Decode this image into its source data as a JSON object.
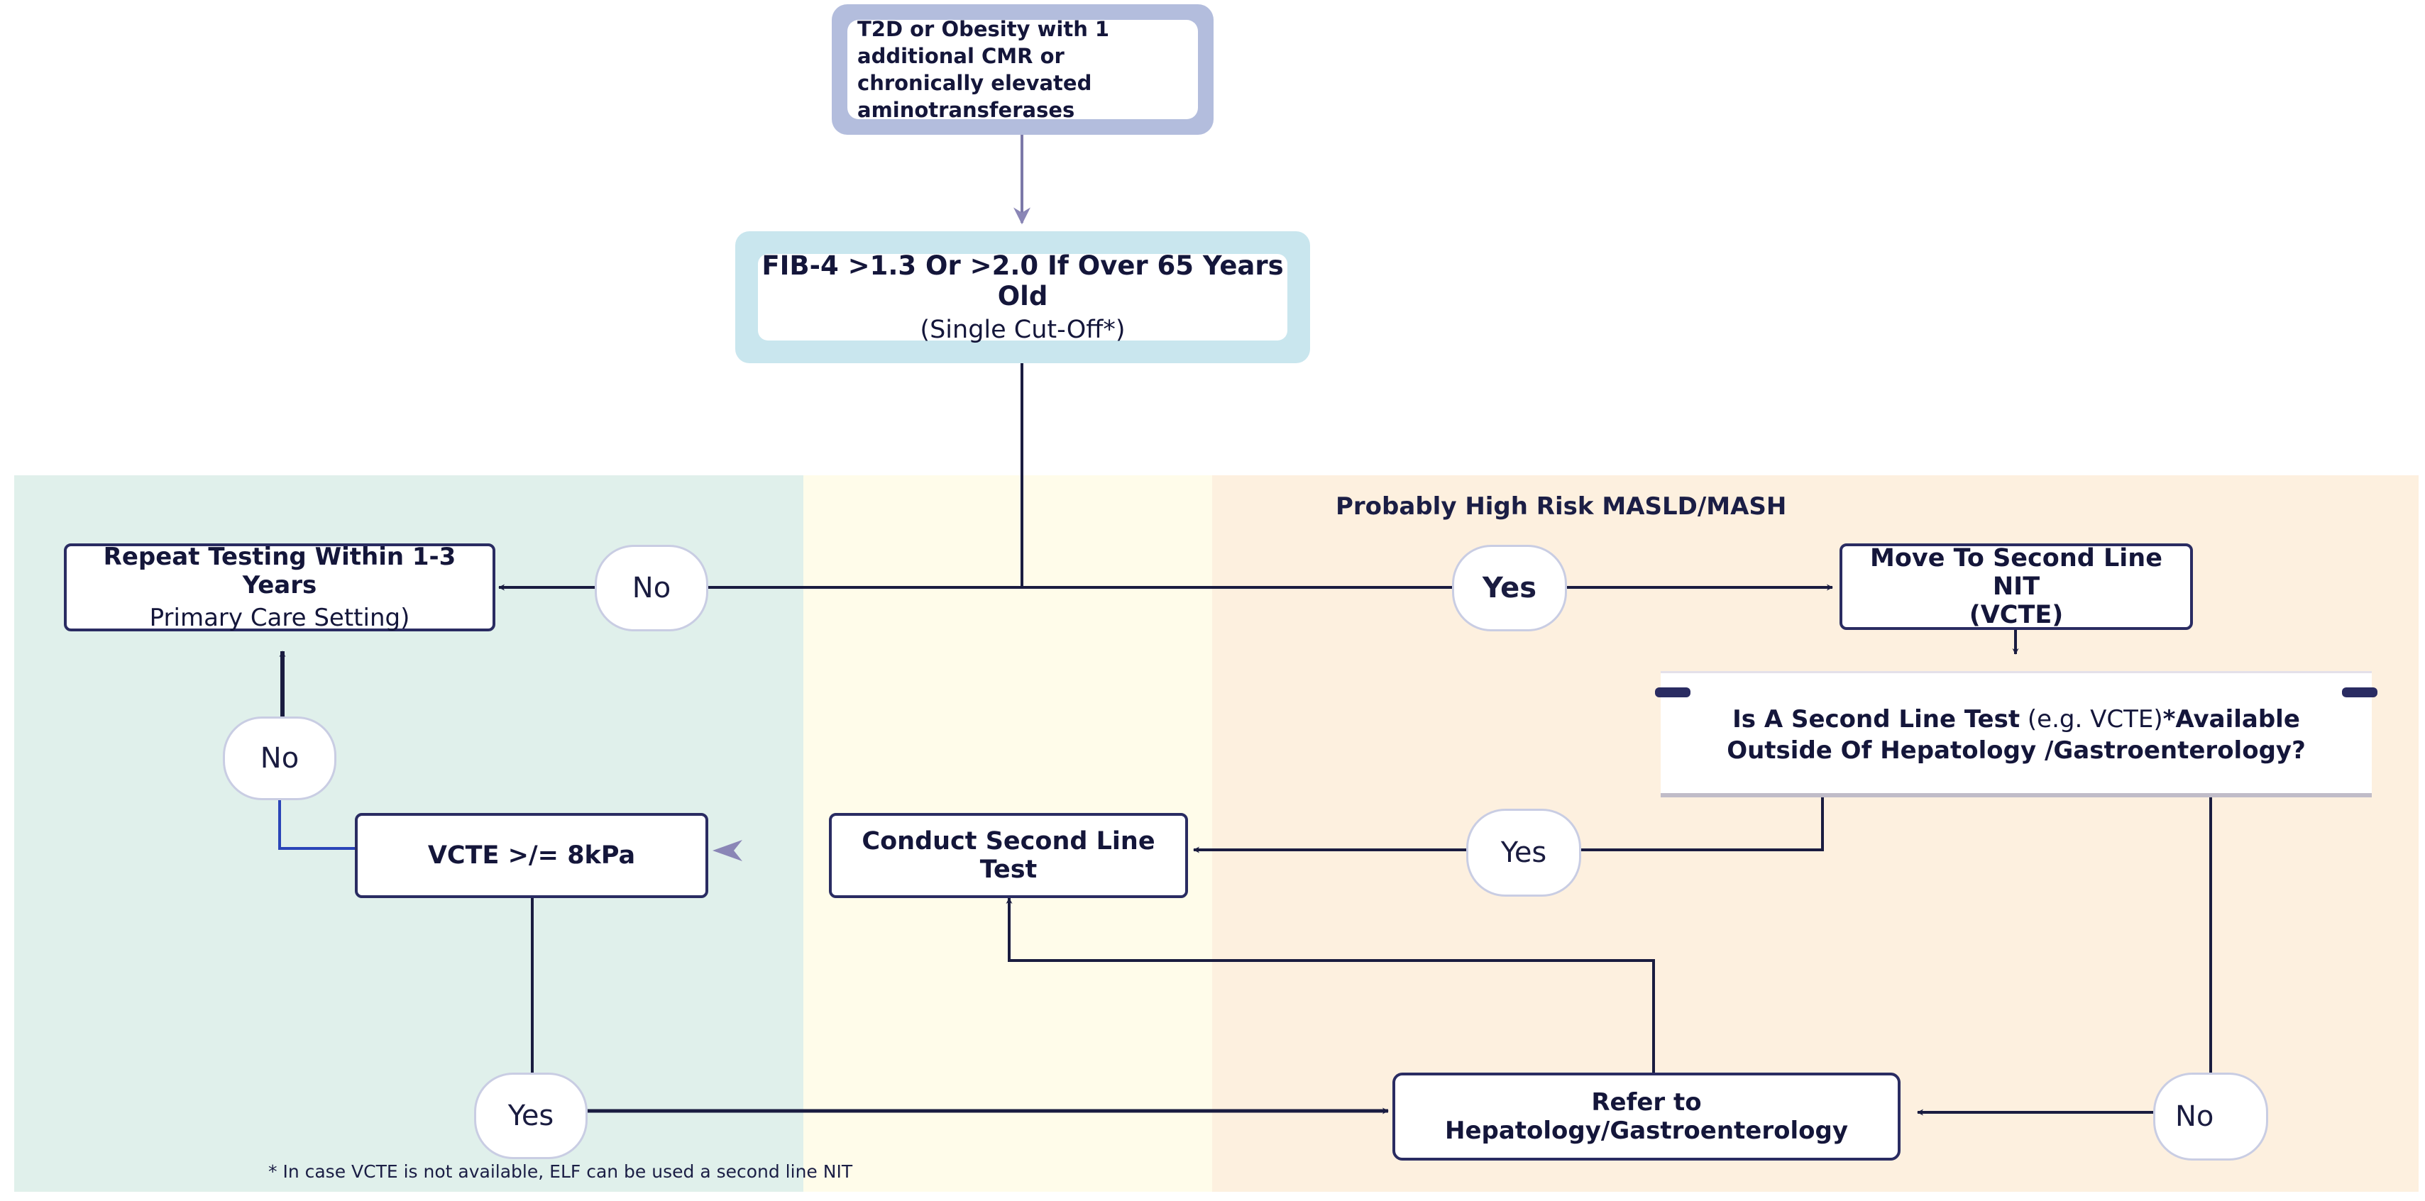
{
  "zone_label": "Probably High Risk MASLD/MASH",
  "nodes": {
    "start": "T2D or Obesity with 1 additional CMR or chronically elevated aminotransferases",
    "fib4_line1": "FIB-4 >1.3 Or >2.0 If Over 65 Years Old",
    "fib4_line2": "(Single Cut-Off*)",
    "repeat_line1": "Repeat Testing Within 1-3 Years",
    "repeat_line2": "Primary Care Setting)",
    "second_line_nit_line1": "Move To Second Line NIT",
    "second_line_nit_line2": "(VCTE)",
    "available_q_bold1": "Is A Second Line Test",
    "available_q_normal": " (e.g. VCTE)",
    "available_q_bold2": "*Available",
    "available_q_line2": "Outside Of Hepatology /Gastroenterology?",
    "conduct": "Conduct Second Line Test",
    "vcte": "VCTE >/= 8kPa",
    "refer": "Refer to Hepatology/Gastroenterology"
  },
  "decisions": {
    "fib4_no": "No",
    "fib4_yes": "Yes",
    "vcte_no": "No",
    "available_yes": "Yes",
    "vcte_yes": "Yes",
    "available_no": "No"
  },
  "footnote": "* In case VCTE is not available, ELF can be used a second line NIT",
  "colors": {
    "zone_left": "#e0f0eb",
    "zone_mid": "#fffcea",
    "zone_right": "#fdf0df",
    "start_frame": "#b3bddd",
    "fib4_frame": "#c9e6ee",
    "line": "#1a1c40"
  }
}
